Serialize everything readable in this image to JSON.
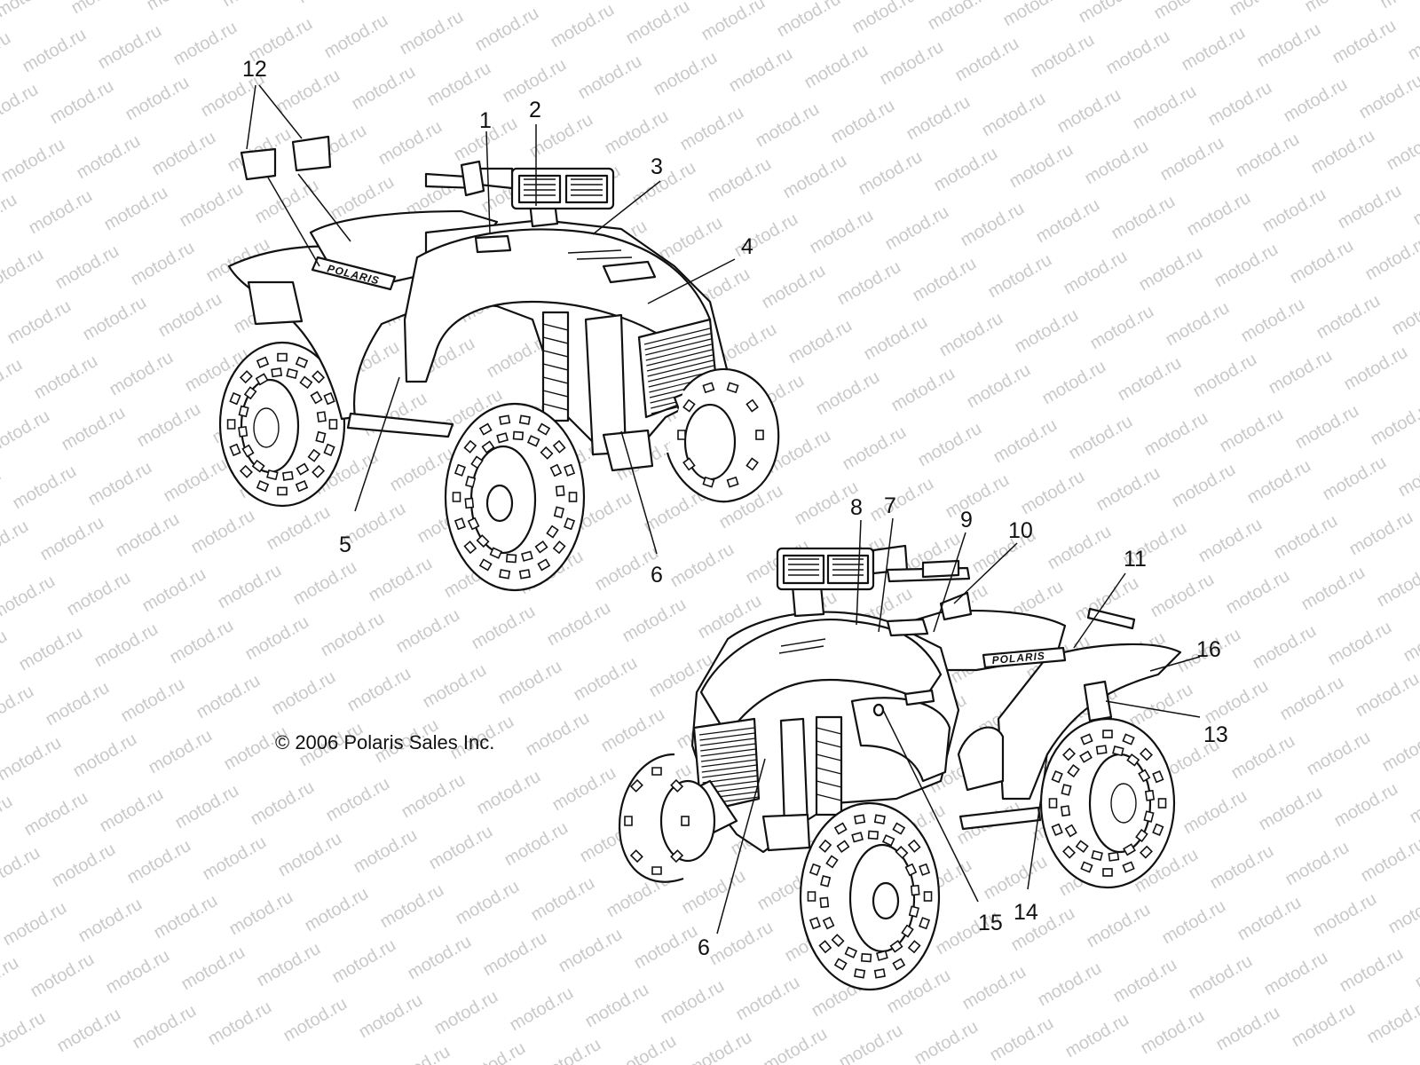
{
  "watermark": "motod.ru",
  "copyright": "© 2006 Polaris Sales Inc.",
  "brand_logo": "POLARIS",
  "callouts_top_view": [
    "1",
    "2",
    "3",
    "4",
    "5",
    "6",
    "12"
  ],
  "callouts_bottom_view": [
    "6",
    "7",
    "8",
    "9",
    "10",
    "11",
    "13",
    "14",
    "15",
    "16"
  ]
}
